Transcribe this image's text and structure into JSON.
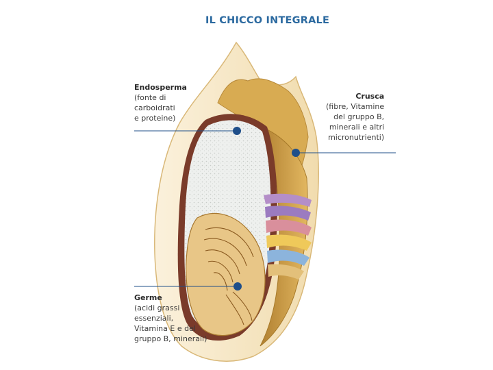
{
  "title": "IL CHICCO INTEGRALE",
  "labels": {
    "endosperma": {
      "head": "Endosperma",
      "lines": [
        "(fonte di",
        "carboidrati",
        "e proteine)"
      ]
    },
    "crusca": {
      "head": "Crusca",
      "lines": [
        "(fibre, Vitamine",
        "del gruppo B,",
        "minerali e altri",
        "micronutrienti)"
      ]
    },
    "germe": {
      "head": "Germe",
      "lines": [
        "(acidi grassi",
        "essenziali,",
        "Vitamina E e del",
        "gruppo B, minerali)"
      ]
    }
  },
  "colors": {
    "title": "#2c6aa0",
    "pointer": "#1f4f8a",
    "husk": "#f6e6c4",
    "husk_edge": "#d9b878",
    "bran": "#d3a248",
    "aleurone": "#7a3b2a",
    "endosperm": "#eef0ee",
    "germ": "#e8c687",
    "layer_purple": "#b48ec8",
    "layer_pink": "#d98f9c",
    "layer_yellow": "#efc95a",
    "layer_blue": "#8cb4dc"
  }
}
